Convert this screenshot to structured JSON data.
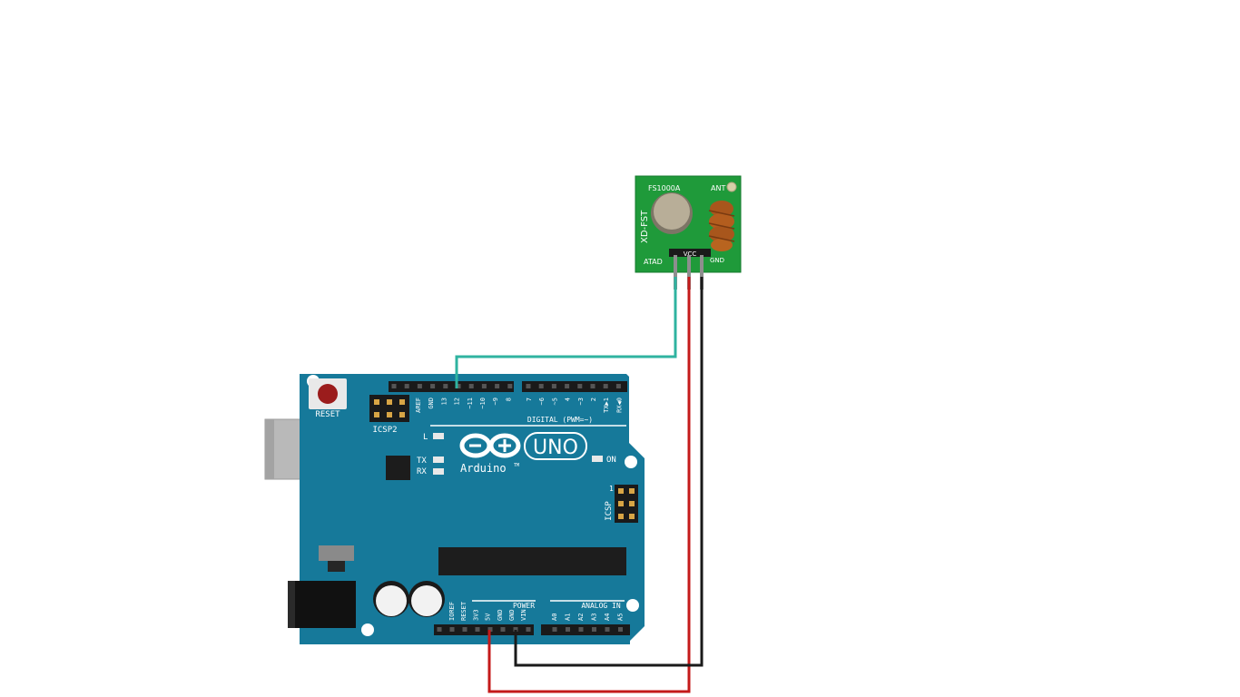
{
  "board": {
    "reset_label": "RESET",
    "icsp2_label": "ICSP2",
    "icsp_label": "ICSP",
    "icsp_pin1": "1",
    "l_label": "L",
    "tx_label": "TX",
    "rx_label": "RX",
    "on_label": "ON",
    "brand": "Arduino",
    "tm": "TM",
    "model": "UNO",
    "digital_label": "DIGITAL (PWM=~)",
    "power_label": "POWER",
    "analog_label": "ANALOG IN",
    "top_header_left": [
      "AREF",
      "GND",
      "13",
      "12",
      "~11",
      "~10",
      "~9",
      "8"
    ],
    "top_header_right": [
      "7",
      "~6",
      "~5",
      "4",
      "~3",
      "2",
      "TX▶1",
      "RX◀0"
    ],
    "power_pins": [
      "IOREF",
      "RESET",
      "3V3",
      "5V",
      "GND",
      "GND",
      "VIN"
    ],
    "analog_pins": [
      "A0",
      "A1",
      "A2",
      "A3",
      "A4",
      "A5"
    ]
  },
  "module": {
    "part": "FS1000A",
    "ant": "ANT",
    "vendor": "XD-FST",
    "data_pin": "ATAD",
    "vcc_pin": "VCC",
    "gnd_pin": "GND"
  },
  "colors": {
    "board": "#16799a",
    "module": "#1f9a3a",
    "wire_data": "#2fb3a0",
    "wire_vcc": "#c41a1a",
    "wire_gnd": "#1a1a1a"
  }
}
